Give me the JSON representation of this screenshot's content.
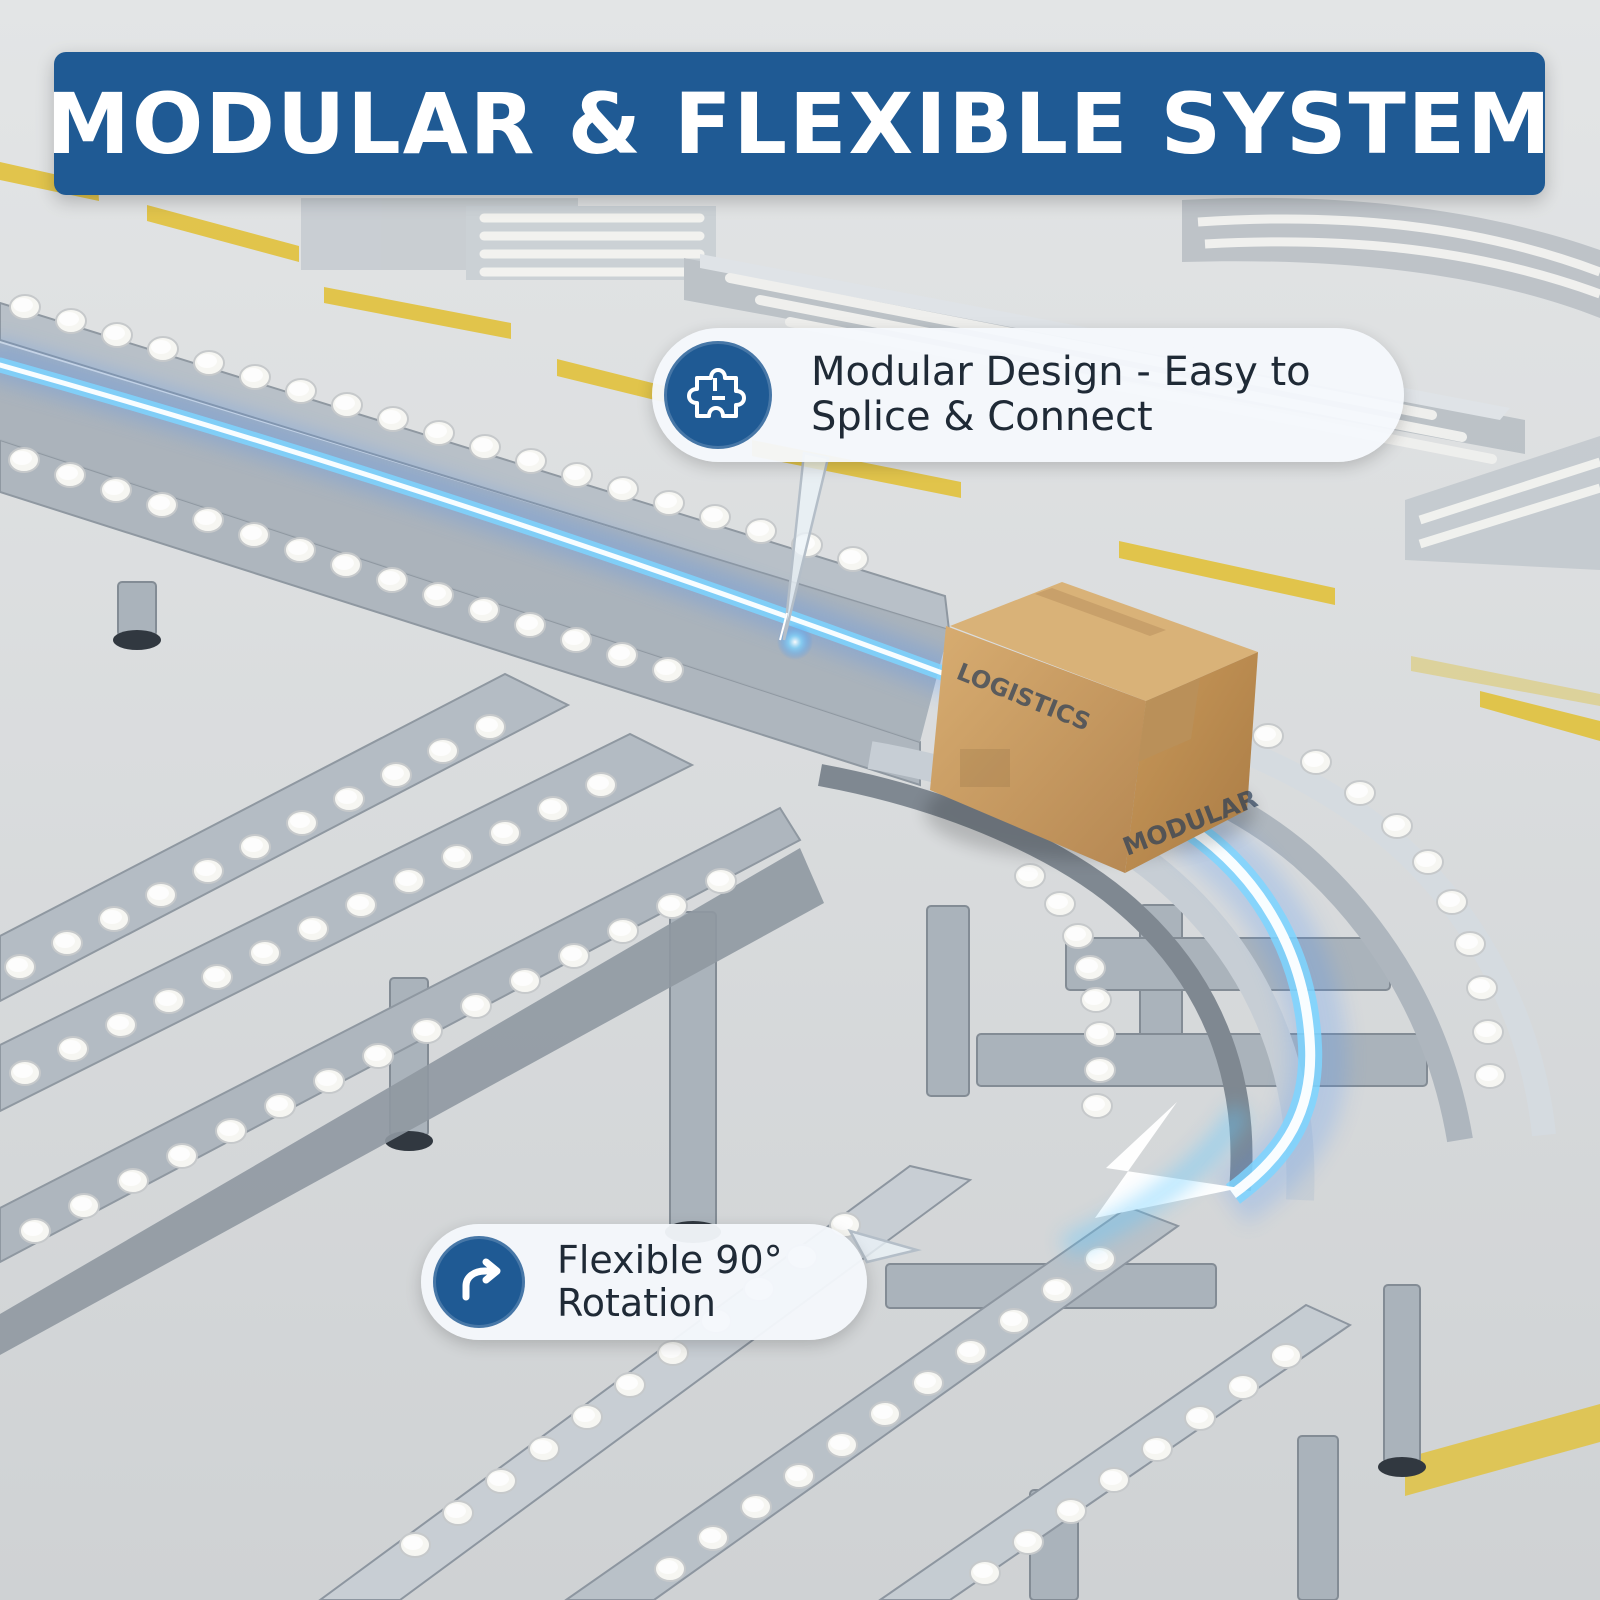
{
  "banner": {
    "title": "MODULAR & FLEXIBLE SYSTEM"
  },
  "callouts": [
    {
      "line1": "Modular Design - Easy to",
      "line2": "Splice & Connect",
      "icon": "puzzle-icon"
    },
    {
      "line1": "Flexible 90°",
      "line2": "Rotation",
      "icon": "curved-arrow-icon"
    }
  ],
  "package": {
    "label_1": "LOGISTICS",
    "label_2": "MODULAR"
  },
  "colors": {
    "banner": "#1f5a94",
    "callout_bg": "#f4f8fc",
    "floor": "#d9dbdd",
    "floor_marking": "#e1c13a",
    "rail_metal": "#b8c0c8",
    "roller": "#f2f2ee",
    "box": "#c79b5f",
    "tape": "#c8a06a",
    "glow": "#4fb7ff"
  }
}
